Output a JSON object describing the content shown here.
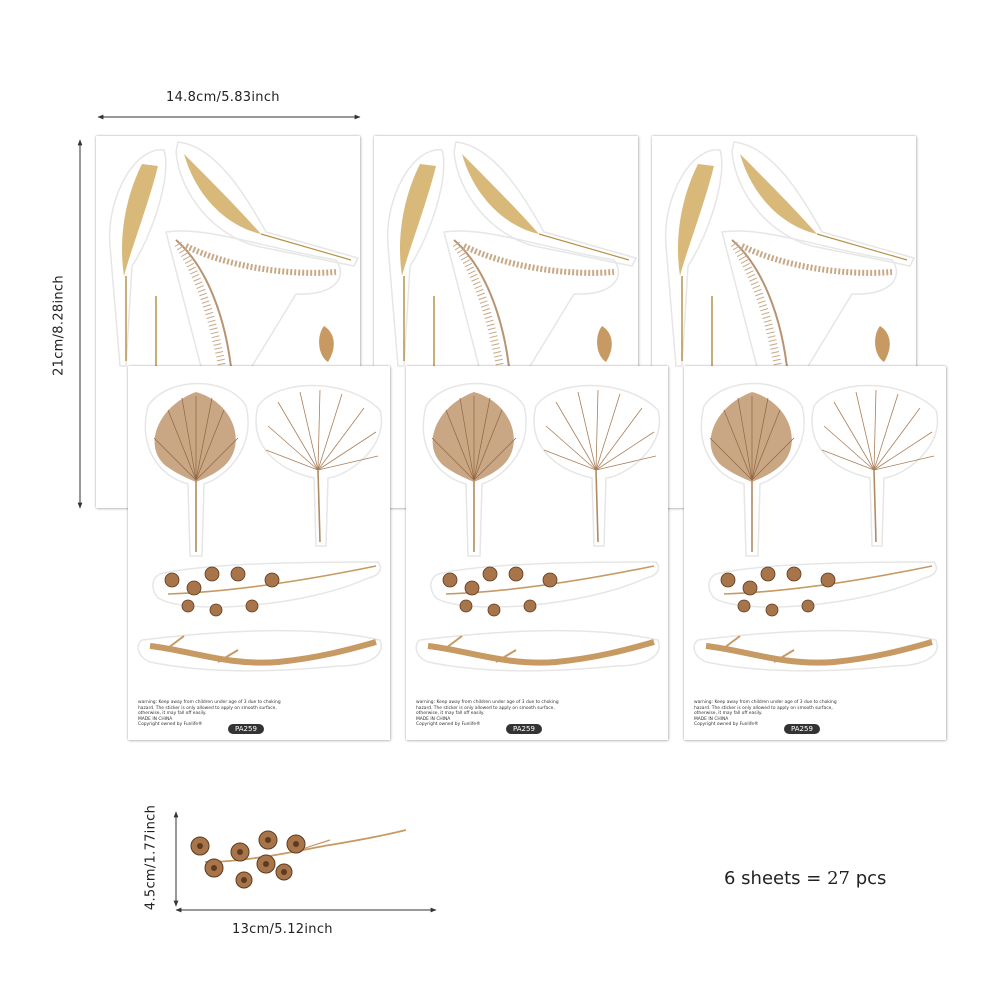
{
  "dimensions": {
    "sheet_width": "14.8cm/5.83inch",
    "sheet_height": "21cm/8.28inch",
    "detail_height": "4.5cm/1.77inch",
    "detail_width": "13cm/5.12inch"
  },
  "summary": {
    "prefix": "6 sheets = ",
    "count": "27",
    "suffix": " pcs"
  },
  "sheet": {
    "warning_line1": "warning: Keep away from children under age of 3 due to choking",
    "warning_line2": "hazard. The sticker is only allowed to apply on smooth surface,",
    "warning_line3": "otherwise, it may fall off easily.",
    "warning_line4": "MADE IN CHINA",
    "warning_line5": "Copyright owned by Funlife®",
    "code": "PA259"
  },
  "colors": {
    "wheat": "#d8b979",
    "wheat_dark": "#b8924a",
    "palm": "#c9a684",
    "palm_dark": "#8f6640",
    "pod": "#a8744a",
    "pod_dark": "#5e3a20",
    "branch": "#c79a63"
  }
}
